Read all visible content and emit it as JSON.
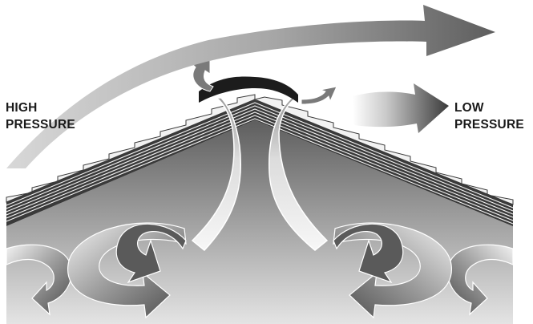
{
  "labels": {
    "high_pressure": [
      "HIGH",
      "PRESSURE"
    ],
    "low_pressure": [
      "LOW",
      "PRESSURE"
    ]
  },
  "colors": {
    "roof_dark": "#3a3a3a",
    "shingle_light": "#f2f2f2",
    "vent": "#1c1c1c",
    "arrow_dark": "#3c3c3c",
    "arrow_mid": "#8c8c8c",
    "arrow_light": "#f0f0f0",
    "attic_gradient_top": "#5e5e5e",
    "attic_gradient_bottom": "#e4e4e4",
    "text": "#1a1a1a"
  },
  "icons": [
    "wind-arrow-icon",
    "ridge-vent-icon",
    "airflow-arrow-icon"
  ]
}
